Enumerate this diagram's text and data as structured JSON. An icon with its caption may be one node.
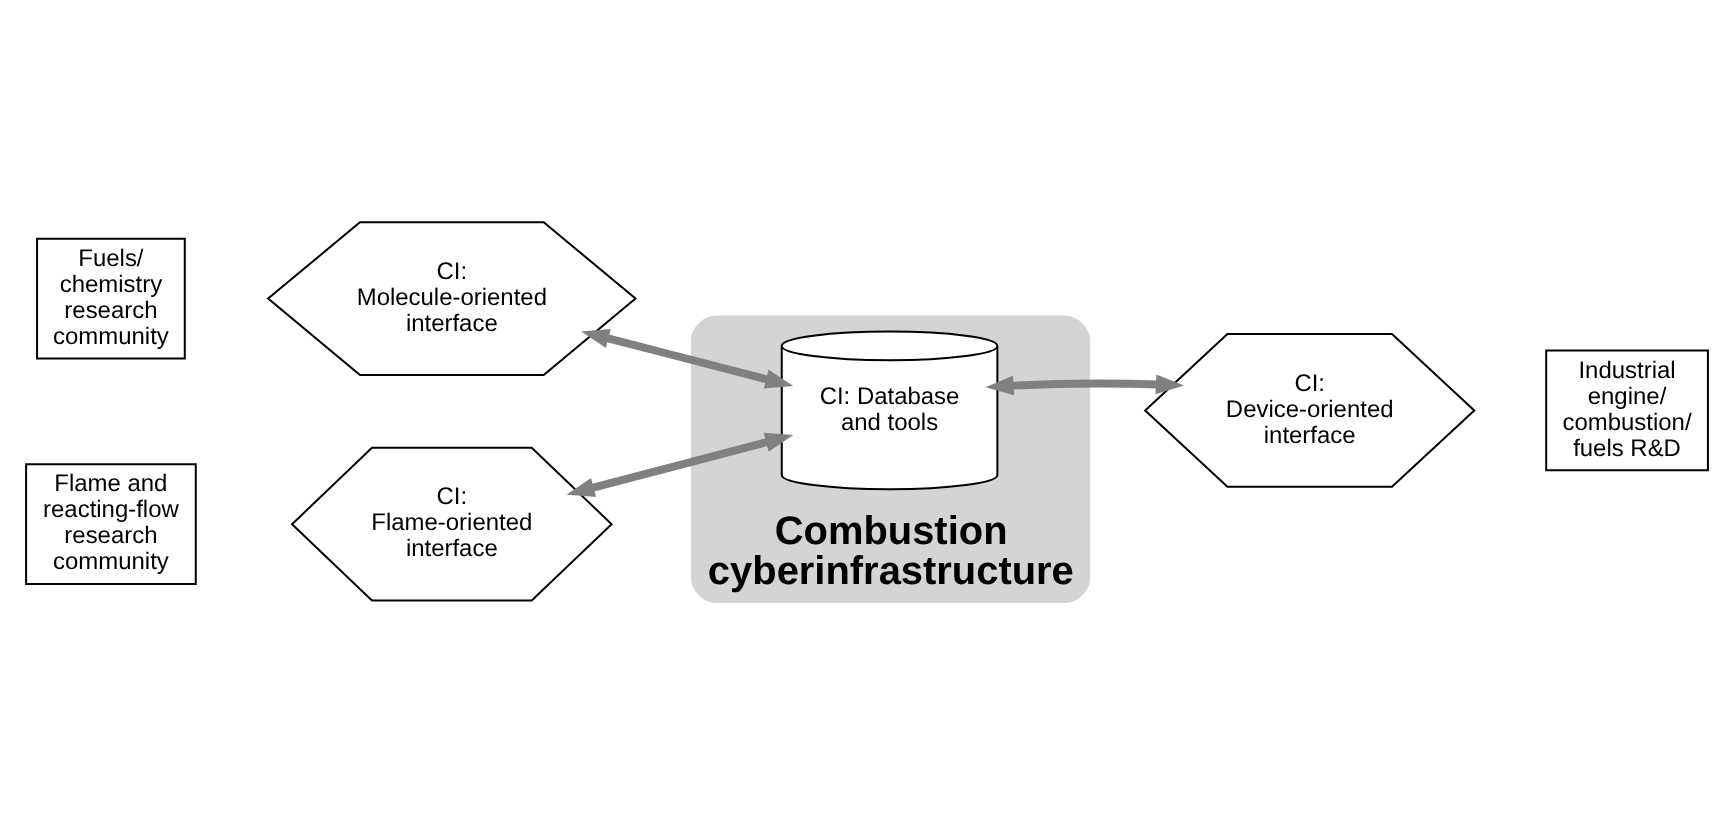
{
  "diagram": {
    "nodes": [
      {
        "text": [
          "Combustion cyberinfrastructure"
        ]
      },
      {
        "text": [
          "Fuels/ chemistry research community"
        ]
      },
      {
        "text": [
          "CI: Molecule-oriented interface"
        ]
      },
      {
        "text": [
          "CI: Database and tools"
        ],
        "in": 0
      },
      {
        "text": [
          "CI: Device-oriented interface"
        ]
      },
      {
        "text": [
          "Industrial engine/ combustion/ fuels R&D"
        ]
      },
      {
        "text": [
          "CI: Flame-oriented interface"
        ]
      },
      {
        "text": [
          "Flame and reacting-flow research community"
        ]
      }
    ],
    "edges": [
      {
        "from": 2,
        "to": 3,
        "arrow": "both"
      },
      {
        "from": 4,
        "to": 3,
        "arrow": "both"
      },
      {
        "from": 6,
        "to": 3,
        "arrow": "both"
      }
    ]
  }
}
